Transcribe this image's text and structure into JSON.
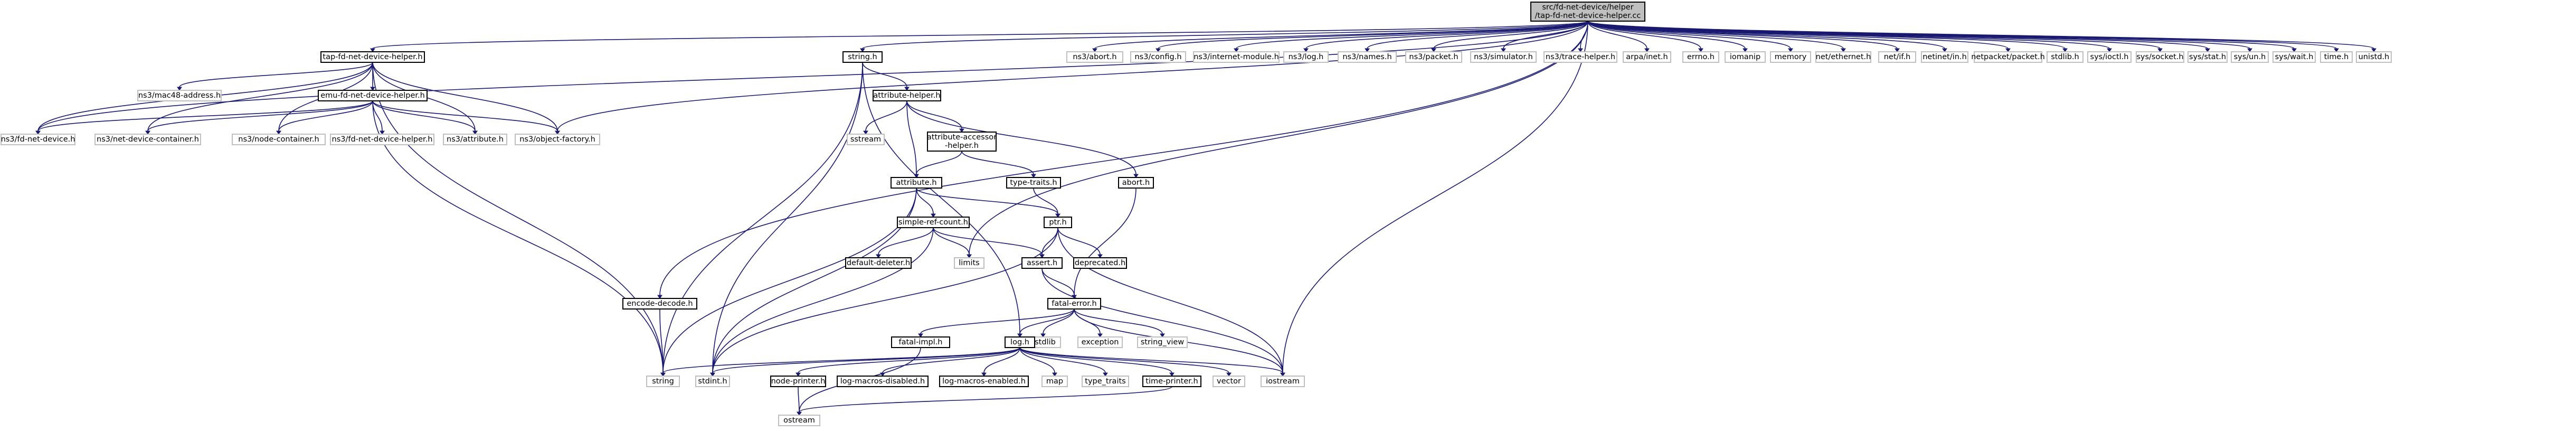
{
  "graph": {
    "root": "src/fd-net-device/helper/tap-fd-net-device-helper.cc",
    "nodes": [
      {
        "id": "root",
        "lines": [
          "src/fd-net-device/helper",
          "/tap-fd-net-device-helper.cc"
        ],
        "style": "root"
      },
      {
        "id": "tapfdh",
        "lines": [
          "tap-fd-net-device-helper.h"
        ],
        "style": "box"
      },
      {
        "id": "stringh",
        "lines": [
          "string.h"
        ],
        "style": "box"
      },
      {
        "id": "abort_ns3",
        "lines": [
          "ns3/abort.h"
        ],
        "style": "gray"
      },
      {
        "id": "config",
        "lines": [
          "ns3/config.h"
        ],
        "style": "gray"
      },
      {
        "id": "inetmod",
        "lines": [
          "ns3/internet-module.h"
        ],
        "style": "gray"
      },
      {
        "id": "logns3",
        "lines": [
          "ns3/log.h"
        ],
        "style": "gray"
      },
      {
        "id": "names",
        "lines": [
          "ns3/names.h"
        ],
        "style": "gray"
      },
      {
        "id": "packet",
        "lines": [
          "ns3/packet.h"
        ],
        "style": "gray"
      },
      {
        "id": "simulator",
        "lines": [
          "ns3/simulator.h"
        ],
        "style": "gray"
      },
      {
        "id": "trace",
        "lines": [
          "ns3/trace-helper.h"
        ],
        "style": "gray"
      },
      {
        "id": "arpa",
        "lines": [
          "arpa/inet.h"
        ],
        "style": "gray"
      },
      {
        "id": "errno",
        "lines": [
          "errno.h"
        ],
        "style": "gray"
      },
      {
        "id": "iomanip",
        "lines": [
          "iomanip"
        ],
        "style": "gray"
      },
      {
        "id": "memory",
        "lines": [
          "memory"
        ],
        "style": "gray"
      },
      {
        "id": "netether",
        "lines": [
          "net/ethernet.h"
        ],
        "style": "gray"
      },
      {
        "id": "netif",
        "lines": [
          "net/if.h"
        ],
        "style": "gray"
      },
      {
        "id": "netinet",
        "lines": [
          "netinet/in.h"
        ],
        "style": "gray"
      },
      {
        "id": "netpacket",
        "lines": [
          "netpacket/packet.h"
        ],
        "style": "gray"
      },
      {
        "id": "stdlib",
        "lines": [
          "stdlib.h"
        ],
        "style": "gray"
      },
      {
        "id": "ioctl",
        "lines": [
          "sys/ioctl.h"
        ],
        "style": "gray"
      },
      {
        "id": "socket",
        "lines": [
          "sys/socket.h"
        ],
        "style": "gray"
      },
      {
        "id": "stat",
        "lines": [
          "sys/stat.h"
        ],
        "style": "gray"
      },
      {
        "id": "un",
        "lines": [
          "sys/un.h"
        ],
        "style": "gray"
      },
      {
        "id": "wait",
        "lines": [
          "sys/wait.h"
        ],
        "style": "gray"
      },
      {
        "id": "time",
        "lines": [
          "time.h"
        ],
        "style": "gray"
      },
      {
        "id": "unistd",
        "lines": [
          "unistd.h"
        ],
        "style": "gray"
      },
      {
        "id": "mac48",
        "lines": [
          "ns3/mac48-address.h"
        ],
        "style": "gray"
      },
      {
        "id": "emu",
        "lines": [
          "emu-fd-net-device-helper.h"
        ],
        "style": "box"
      },
      {
        "id": "fdnetdev",
        "lines": [
          "ns3/fd-net-device.h"
        ],
        "style": "gray"
      },
      {
        "id": "netdevcont",
        "lines": [
          "ns3/net-device-container.h"
        ],
        "style": "gray"
      },
      {
        "id": "nodecont",
        "lines": [
          "ns3/node-container.h"
        ],
        "style": "gray"
      },
      {
        "id": "fdnethelper",
        "lines": [
          "ns3/fd-net-device-helper.h"
        ],
        "style": "gray"
      },
      {
        "id": "attrns3",
        "lines": [
          "ns3/attribute.h"
        ],
        "style": "gray"
      },
      {
        "id": "objfact",
        "lines": [
          "ns3/object-factory.h"
        ],
        "style": "gray"
      },
      {
        "id": "attrhelper",
        "lines": [
          "attribute-helper.h"
        ],
        "style": "box"
      },
      {
        "id": "sstream",
        "lines": [
          "sstream"
        ],
        "style": "gray"
      },
      {
        "id": "attracc",
        "lines": [
          "attribute-accessor",
          "-helper.h"
        ],
        "style": "box"
      },
      {
        "id": "abort",
        "lines": [
          "abort.h"
        ],
        "style": "box"
      },
      {
        "id": "attribute",
        "lines": [
          "attribute.h"
        ],
        "style": "box"
      },
      {
        "id": "typetraits",
        "lines": [
          "type-traits.h"
        ],
        "style": "box"
      },
      {
        "id": "simpleref",
        "lines": [
          "simple-ref-count.h"
        ],
        "style": "box"
      },
      {
        "id": "ptr",
        "lines": [
          "ptr.h"
        ],
        "style": "box"
      },
      {
        "id": "defdel",
        "lines": [
          "default-deleter.h"
        ],
        "style": "box"
      },
      {
        "id": "limits",
        "lines": [
          "limits"
        ],
        "style": "gray"
      },
      {
        "id": "asserth",
        "lines": [
          "assert.h"
        ],
        "style": "box"
      },
      {
        "id": "deprecated",
        "lines": [
          "deprecated.h"
        ],
        "style": "box"
      },
      {
        "id": "encode",
        "lines": [
          "encode-decode.h"
        ],
        "style": "box"
      },
      {
        "id": "fatalerr",
        "lines": [
          "fatal-error.h"
        ],
        "style": "box"
      },
      {
        "id": "cstdlib",
        "lines": [
          "cstdlib"
        ],
        "style": "gray"
      },
      {
        "id": "exception",
        "lines": [
          "exception"
        ],
        "style": "gray"
      },
      {
        "id": "strview",
        "lines": [
          "string_view"
        ],
        "style": "gray"
      },
      {
        "id": "fatalimpl",
        "lines": [
          "fatal-impl.h"
        ],
        "style": "box"
      },
      {
        "id": "logh",
        "lines": [
          "log.h"
        ],
        "style": "box"
      },
      {
        "id": "string",
        "lines": [
          "string"
        ],
        "style": "gray"
      },
      {
        "id": "stdint",
        "lines": [
          "stdint.h"
        ],
        "style": "gray"
      },
      {
        "id": "nodeprinter",
        "lines": [
          "node-printer.h"
        ],
        "style": "box"
      },
      {
        "id": "logdis",
        "lines": [
          "log-macros-disabled.h"
        ],
        "style": "box"
      },
      {
        "id": "logen",
        "lines": [
          "log-macros-enabled.h"
        ],
        "style": "box"
      },
      {
        "id": "map",
        "lines": [
          "map"
        ],
        "style": "gray"
      },
      {
        "id": "typetr",
        "lines": [
          "type_traits"
        ],
        "style": "gray"
      },
      {
        "id": "timeprinter",
        "lines": [
          "time-printer.h"
        ],
        "style": "box"
      },
      {
        "id": "vector",
        "lines": [
          "vector"
        ],
        "style": "gray"
      },
      {
        "id": "iostream",
        "lines": [
          "iostream"
        ],
        "style": "gray"
      },
      {
        "id": "ostream",
        "lines": [
          "ostream"
        ],
        "style": "gray"
      }
    ],
    "edges": [
      [
        "root",
        "tapfdh"
      ],
      [
        "root",
        "stringh"
      ],
      [
        "root",
        "abort_ns3"
      ],
      [
        "root",
        "config"
      ],
      [
        "root",
        "inetmod"
      ],
      [
        "root",
        "logns3"
      ],
      [
        "root",
        "names"
      ],
      [
        "root",
        "packet"
      ],
      [
        "root",
        "simulator"
      ],
      [
        "root",
        "trace"
      ],
      [
        "root",
        "arpa"
      ],
      [
        "root",
        "errno"
      ],
      [
        "root",
        "iomanip"
      ],
      [
        "root",
        "memory"
      ],
      [
        "root",
        "netether"
      ],
      [
        "root",
        "netif"
      ],
      [
        "root",
        "netinet"
      ],
      [
        "root",
        "netpacket"
      ],
      [
        "root",
        "stdlib"
      ],
      [
        "root",
        "ioctl"
      ],
      [
        "root",
        "socket"
      ],
      [
        "root",
        "stat"
      ],
      [
        "root",
        "un"
      ],
      [
        "root",
        "wait"
      ],
      [
        "root",
        "time"
      ],
      [
        "root",
        "unistd"
      ],
      [
        "root",
        "fdnetdev"
      ],
      [
        "root",
        "objfact"
      ],
      [
        "root",
        "encode"
      ],
      [
        "root",
        "limits"
      ],
      [
        "root",
        "iostream"
      ],
      [
        "tapfdh",
        "mac48"
      ],
      [
        "tapfdh",
        "emu"
      ],
      [
        "tapfdh",
        "fdnetdev"
      ],
      [
        "tapfdh",
        "netdevcont"
      ],
      [
        "tapfdh",
        "nodecont"
      ],
      [
        "tapfdh",
        "attrns3"
      ],
      [
        "tapfdh",
        "objfact"
      ],
      [
        "tapfdh",
        "string"
      ],
      [
        "emu",
        "fdnetdev"
      ],
      [
        "emu",
        "netdevcont"
      ],
      [
        "emu",
        "nodecont"
      ],
      [
        "emu",
        "fdnethelper"
      ],
      [
        "emu",
        "attrns3"
      ],
      [
        "emu",
        "objfact"
      ],
      [
        "emu",
        "string"
      ],
      [
        "stringh",
        "attrhelper"
      ],
      [
        "stringh",
        "string"
      ],
      [
        "stringh",
        "stdint"
      ],
      [
        "stringh",
        "logh"
      ],
      [
        "attrhelper",
        "sstream"
      ],
      [
        "attrhelper",
        "attracc"
      ],
      [
        "attrhelper",
        "abort"
      ],
      [
        "attrhelper",
        "attribute"
      ],
      [
        "attracc",
        "attribute"
      ],
      [
        "attracc",
        "typetraits"
      ],
      [
        "abort",
        "fatalerr"
      ],
      [
        "attribute",
        "simpleref"
      ],
      [
        "attribute",
        "ptr"
      ],
      [
        "attribute",
        "string"
      ],
      [
        "attribute",
        "stdint"
      ],
      [
        "typetraits",
        "ptr"
      ],
      [
        "simpleref",
        "defdel"
      ],
      [
        "simpleref",
        "limits"
      ],
      [
        "simpleref",
        "asserth"
      ],
      [
        "simpleref",
        "stdint"
      ],
      [
        "ptr",
        "asserth"
      ],
      [
        "ptr",
        "deprecated"
      ],
      [
        "ptr",
        "iostream"
      ],
      [
        "ptr",
        "stdint"
      ],
      [
        "asserth",
        "fatalerr"
      ],
      [
        "asserth",
        "iostream"
      ],
      [
        "encode",
        "string"
      ],
      [
        "fatalerr",
        "fatalimpl"
      ],
      [
        "fatalerr",
        "logh"
      ],
      [
        "fatalerr",
        "cstdlib"
      ],
      [
        "fatalerr",
        "exception"
      ],
      [
        "fatalerr",
        "strview"
      ],
      [
        "fatalerr",
        "iostream"
      ],
      [
        "fatalimpl",
        "ostream"
      ],
      [
        "logh",
        "nodeprinter"
      ],
      [
        "logh",
        "logdis"
      ],
      [
        "logh",
        "logen"
      ],
      [
        "logh",
        "map"
      ],
      [
        "logh",
        "typetr"
      ],
      [
        "logh",
        "timeprinter"
      ],
      [
        "logh",
        "vector"
      ],
      [
        "logh",
        "iostream"
      ],
      [
        "logh",
        "string"
      ],
      [
        "logh",
        "stdint"
      ],
      [
        "nodeprinter",
        "ostream"
      ],
      [
        "timeprinter",
        "ostream"
      ]
    ]
  }
}
